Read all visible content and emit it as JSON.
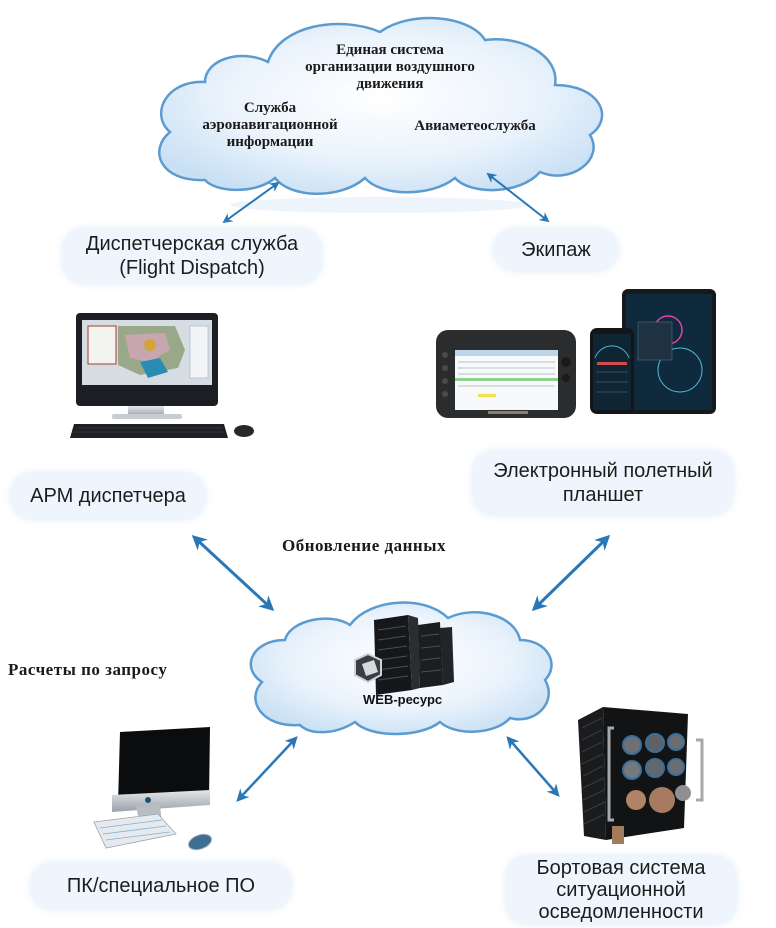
{
  "colors": {
    "arrow": "#2a77b8",
    "cloud_edge": "#5b9bd0",
    "cloud_fill": "#e7f1fb",
    "pill_bg": "#eef5fc",
    "text": "#1c1c1c"
  },
  "top_cloud": {
    "title": "Единая система организации воздушного движения",
    "title_lines": [
      "Единая система",
      "организации воздушного",
      "движения"
    ],
    "left_service_lines": [
      "Служба",
      "аэронавигационной",
      "информации"
    ],
    "right_service": "Авиаметеослужба"
  },
  "nodes": {
    "dispatch": {
      "lines": [
        "Диспетчерская служба",
        "(Flight Dispatch)"
      ],
      "icon": "desktop-computer-icon"
    },
    "crew": {
      "label": "Экипаж",
      "icon": "tablet-devices-icon"
    },
    "dispatcher_workstation": {
      "label": "АРМ диспетчера"
    },
    "electronic_flight_bag": {
      "lines": [
        "Электронный полетный",
        "планшет"
      ]
    },
    "pc_software": {
      "label": "ПК/специальное ПО",
      "icon": "pc-monitor-icon"
    },
    "onboard_system": {
      "lines": [
        "Бортовая система",
        "ситуационной",
        "осведомленности"
      ],
      "icon": "avionics-unit-icon"
    }
  },
  "center_cloud": {
    "label": "WEB-ресурс",
    "icon": "server-rack-icon"
  },
  "captions": {
    "data_update": "Обновление данных",
    "on_request": "Расчеты по запросу"
  }
}
